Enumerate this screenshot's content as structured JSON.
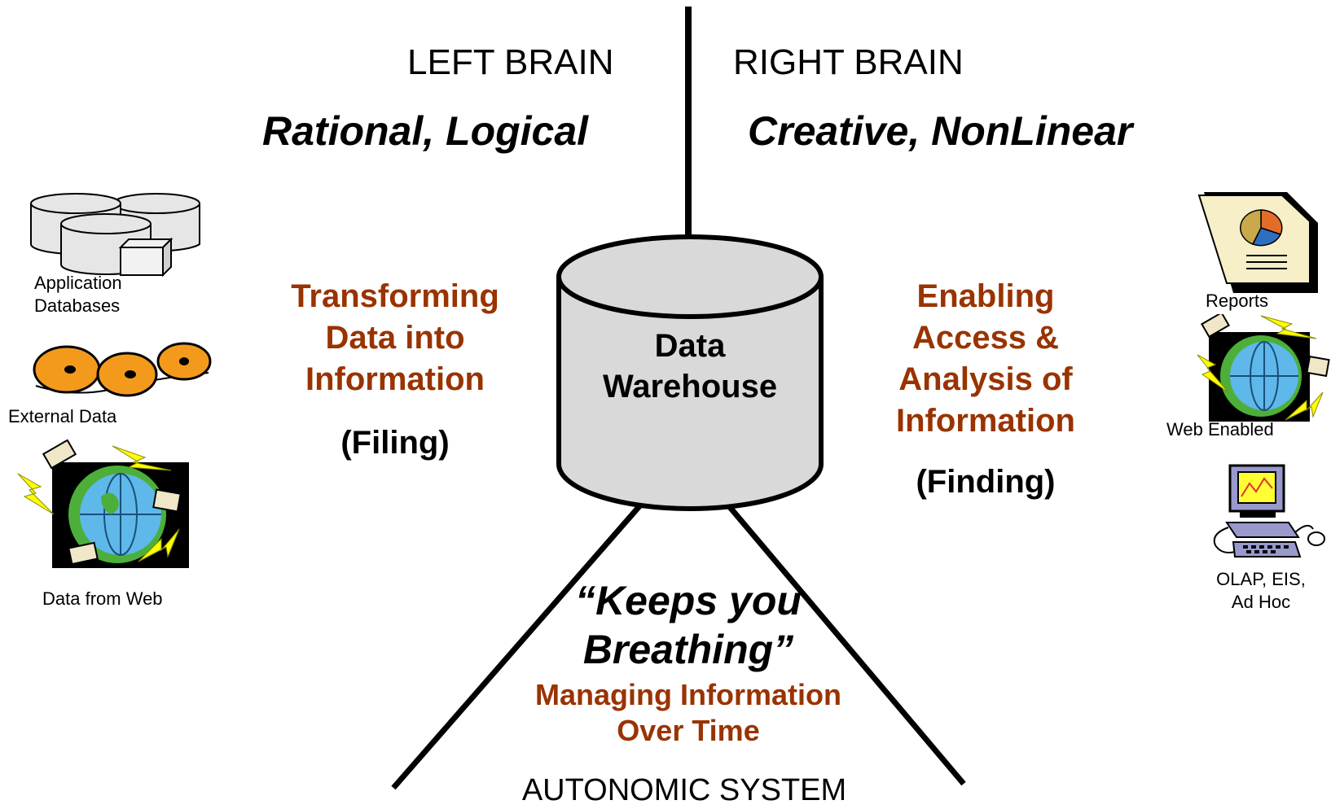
{
  "header": {
    "left_title": "LEFT BRAIN",
    "right_title": "RIGHT BRAIN",
    "left_subtitle": "Rational, Logical",
    "right_subtitle": "Creative, NonLinear"
  },
  "center": {
    "warehouse_line1": "Data",
    "warehouse_line2": "Warehouse"
  },
  "left_panel": {
    "line1": "Transforming",
    "line2": "Data into",
    "line3": "Information",
    "paren": "(Filing)"
  },
  "right_panel": {
    "line1": "Enabling",
    "line2": "Access &",
    "line3": "Analysis of",
    "line4": "Information",
    "paren": "(Finding)"
  },
  "bottom": {
    "quote_line1": "“Keeps you",
    "quote_line2": "Breathing”",
    "managing_line1": "Managing Information",
    "managing_line2": "Over Time",
    "system": "AUTONOMIC SYSTEM"
  },
  "sources": {
    "app_db_line1": "Application",
    "app_db_line2": "Databases",
    "external": "External Data",
    "web": "Data from Web"
  },
  "outputs": {
    "reports": "Reports",
    "web_enabled": "Web Enabled",
    "olap_line1": "OLAP, EIS,",
    "olap_line2": "Ad Hoc"
  },
  "icons": {
    "databases": "database-stack-icon",
    "external": "tape-reels-icon",
    "web_source": "globe-network-icon",
    "reports": "report-document-icon",
    "web_enabled": "globe-network-icon",
    "olap": "computer-workstation-icon"
  },
  "colors": {
    "accent": "#993300",
    "cylinder_fill": "#d9d9d9",
    "reel_orange": "#f39a1d",
    "globe_blue": "#5fb8ea",
    "globe_green": "#4caf3a",
    "lightning": "#ffff00"
  }
}
